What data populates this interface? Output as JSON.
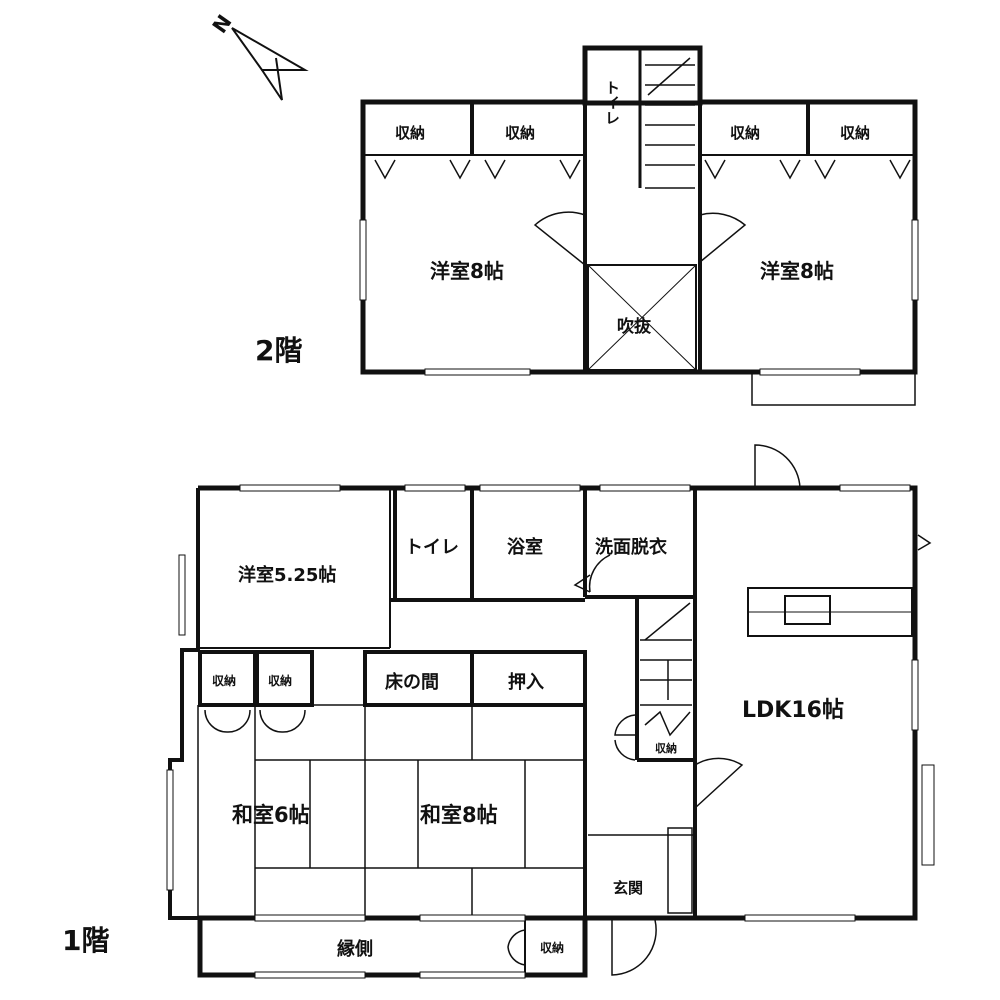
{
  "compass": {
    "label": "N",
    "icon": "north-arrow-icon"
  },
  "floor2": {
    "label": "2階",
    "rooms": {
      "toilet": "トイレ",
      "closet1": "収納",
      "closet2": "収納",
      "closet3": "収納",
      "closet4": "収納",
      "western_left": "洋室8帖",
      "western_right": "洋室8帖",
      "void": "吹抜"
    }
  },
  "floor1": {
    "label": "1階",
    "rooms": {
      "western": "洋室5.25帖",
      "toilet": "トイレ",
      "bath": "浴室",
      "washroom": "洗面脱衣",
      "ldk": "LDK16帖",
      "closet_a": "収納",
      "closet_b": "収納",
      "tokonoma": "床の間",
      "oshiire": "押入",
      "stair_closet": "収納",
      "japanese6": "和室6帖",
      "japanese8": "和室8帖",
      "entrance": "玄関",
      "engawa": "縁側",
      "engawa_closet": "収納"
    }
  }
}
